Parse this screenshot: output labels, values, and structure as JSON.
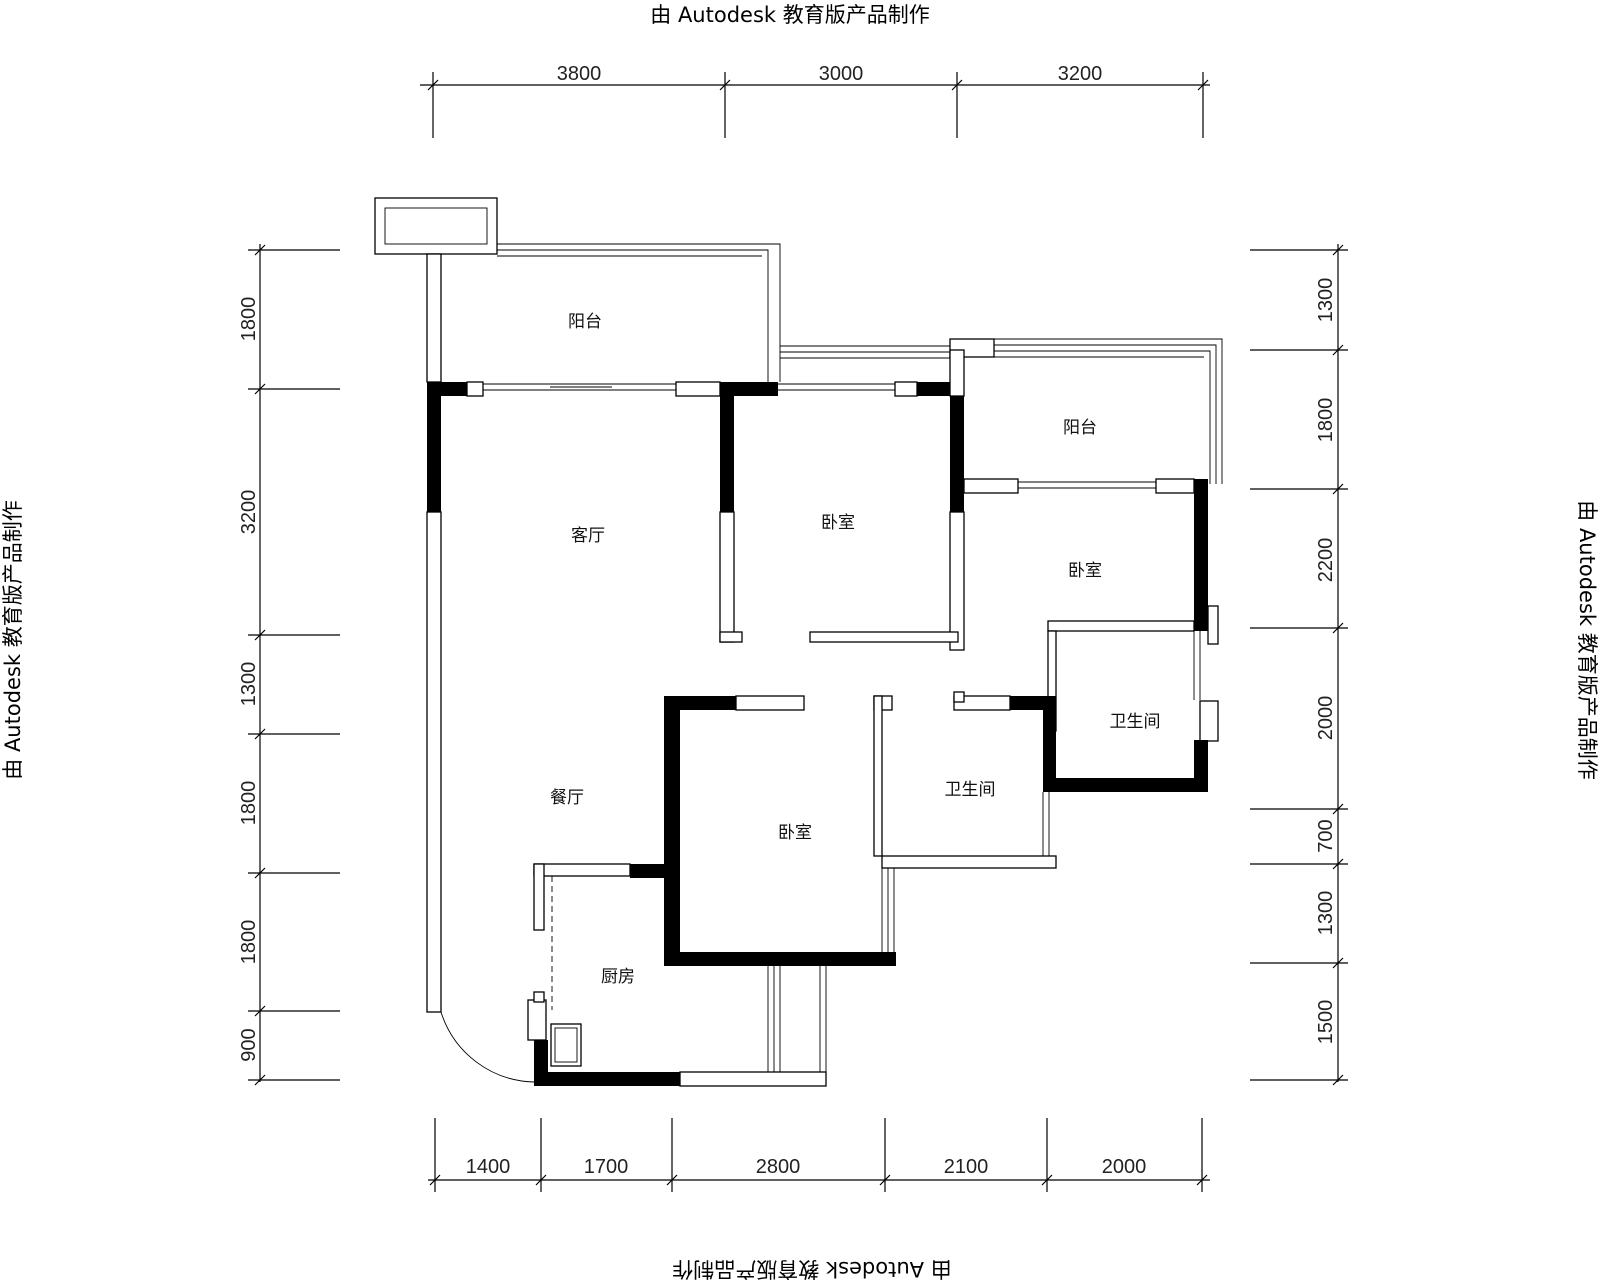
{
  "watermark": {
    "top": "由 Autodesk 教育版产品制作",
    "left": "由 Autodesk 教育版产品制作",
    "right": "由 Autodesk 教育版产品制作",
    "bottom": "由 Autodesk 教育版产品制作"
  },
  "dimensions": {
    "top": [
      "3800",
      "3000",
      "3200"
    ],
    "bottom": [
      "1400",
      "1700",
      "2800",
      "2100",
      "2000"
    ],
    "left": [
      "1800",
      "3200",
      "1300",
      "1800",
      "1800",
      "900"
    ],
    "right": [
      "1300",
      "1800",
      "2200",
      "2000",
      "700",
      "1300",
      "1500"
    ]
  },
  "rooms": {
    "balcony_1": "阳台",
    "balcony_2": "阳台",
    "living_room": "客厅",
    "bedroom_1": "卧室",
    "bedroom_2": "卧室",
    "bedroom_3": "卧室",
    "dining_room": "餐厅",
    "kitchen": "厨房",
    "bathroom_1": "卫生间",
    "bathroom_2": "卫生间"
  }
}
